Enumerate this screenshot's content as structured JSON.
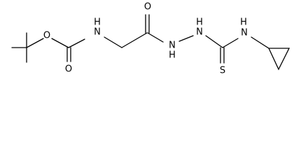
{
  "atom_labels": {
    "ester_oxygen": "O",
    "carbamate_carbonyl_oxygen": "O",
    "carbamate_nh": "H",
    "carbamate_n": "N",
    "amide_carbonyl_oxygen": "O",
    "hydrazide_n1": "N",
    "hydrazide_h1": "H",
    "hydrazide_n2": "N",
    "hydrazide_h2": "H",
    "thiourea_n": "N",
    "thiourea_h": "H",
    "thione_sulfur": "S"
  }
}
